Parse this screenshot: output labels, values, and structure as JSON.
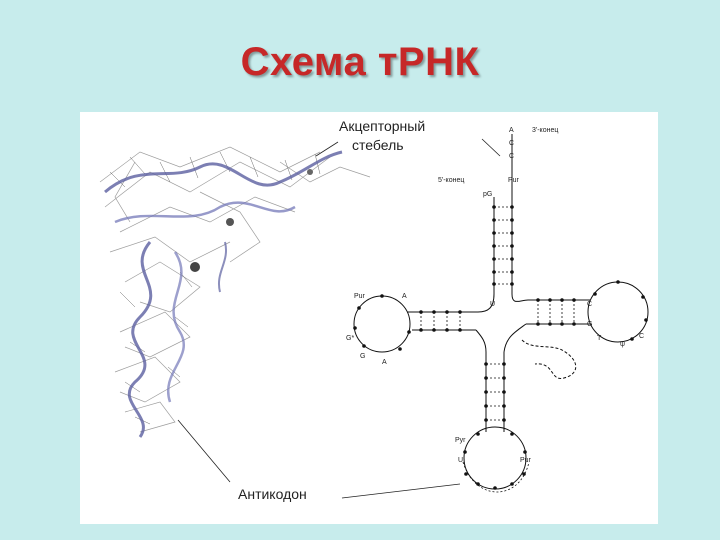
{
  "title": "Схема тРНК",
  "labels": {
    "acceptor_line1": "Акцепторный",
    "acceptor_line2": "стебель",
    "three_prime_end": "3'-конец",
    "five_prime_end": "5'-конец",
    "anticodon": "Антикодон"
  },
  "bases": {
    "a1": "A",
    "c1": "C",
    "c2": "C",
    "pur_top": "Pur",
    "pg": "pG",
    "u_center": "U",
    "d_pur": "Pur",
    "d_a_top": "A",
    "d_gstar": "G*",
    "d_g": "G",
    "d_a_bottom": "A",
    "t_c": "C",
    "t_g": "G",
    "t_t": "T",
    "t_psi": "ψ",
    "t_c2": "C",
    "ac_pyr": "Pyr",
    "ac_u": "U",
    "ac_pur": "Pur"
  },
  "colors": {
    "background": "#c7ecec",
    "title": "#c62828",
    "panel": "#ffffff"
  }
}
